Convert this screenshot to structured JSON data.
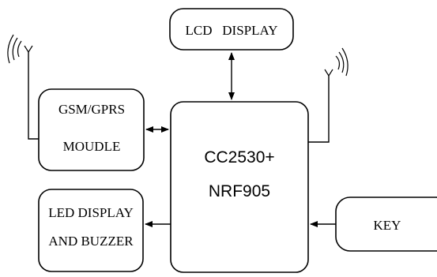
{
  "blocks": {
    "lcd": {
      "label": "LCD   DISPLAY"
    },
    "gsm": {
      "line1": "GSM/GPRS",
      "line2": "MOUDLE"
    },
    "mcu": {
      "line1": "CC2530+",
      "line2": "NRF905"
    },
    "led": {
      "line1": "LED DISPLAY",
      "line2": "AND BUZZER"
    },
    "key": {
      "label": "KEY"
    }
  },
  "connections": [
    {
      "from": "lcd",
      "to": "mcu",
      "direction": "bidirectional"
    },
    {
      "from": "gsm",
      "to": "mcu",
      "direction": "bidirectional"
    },
    {
      "from": "mcu",
      "to": "led",
      "direction": "one-way"
    },
    {
      "from": "key",
      "to": "mcu",
      "direction": "one-way"
    }
  ],
  "antennas": [
    "gsm-antenna",
    "mcu-antenna"
  ]
}
